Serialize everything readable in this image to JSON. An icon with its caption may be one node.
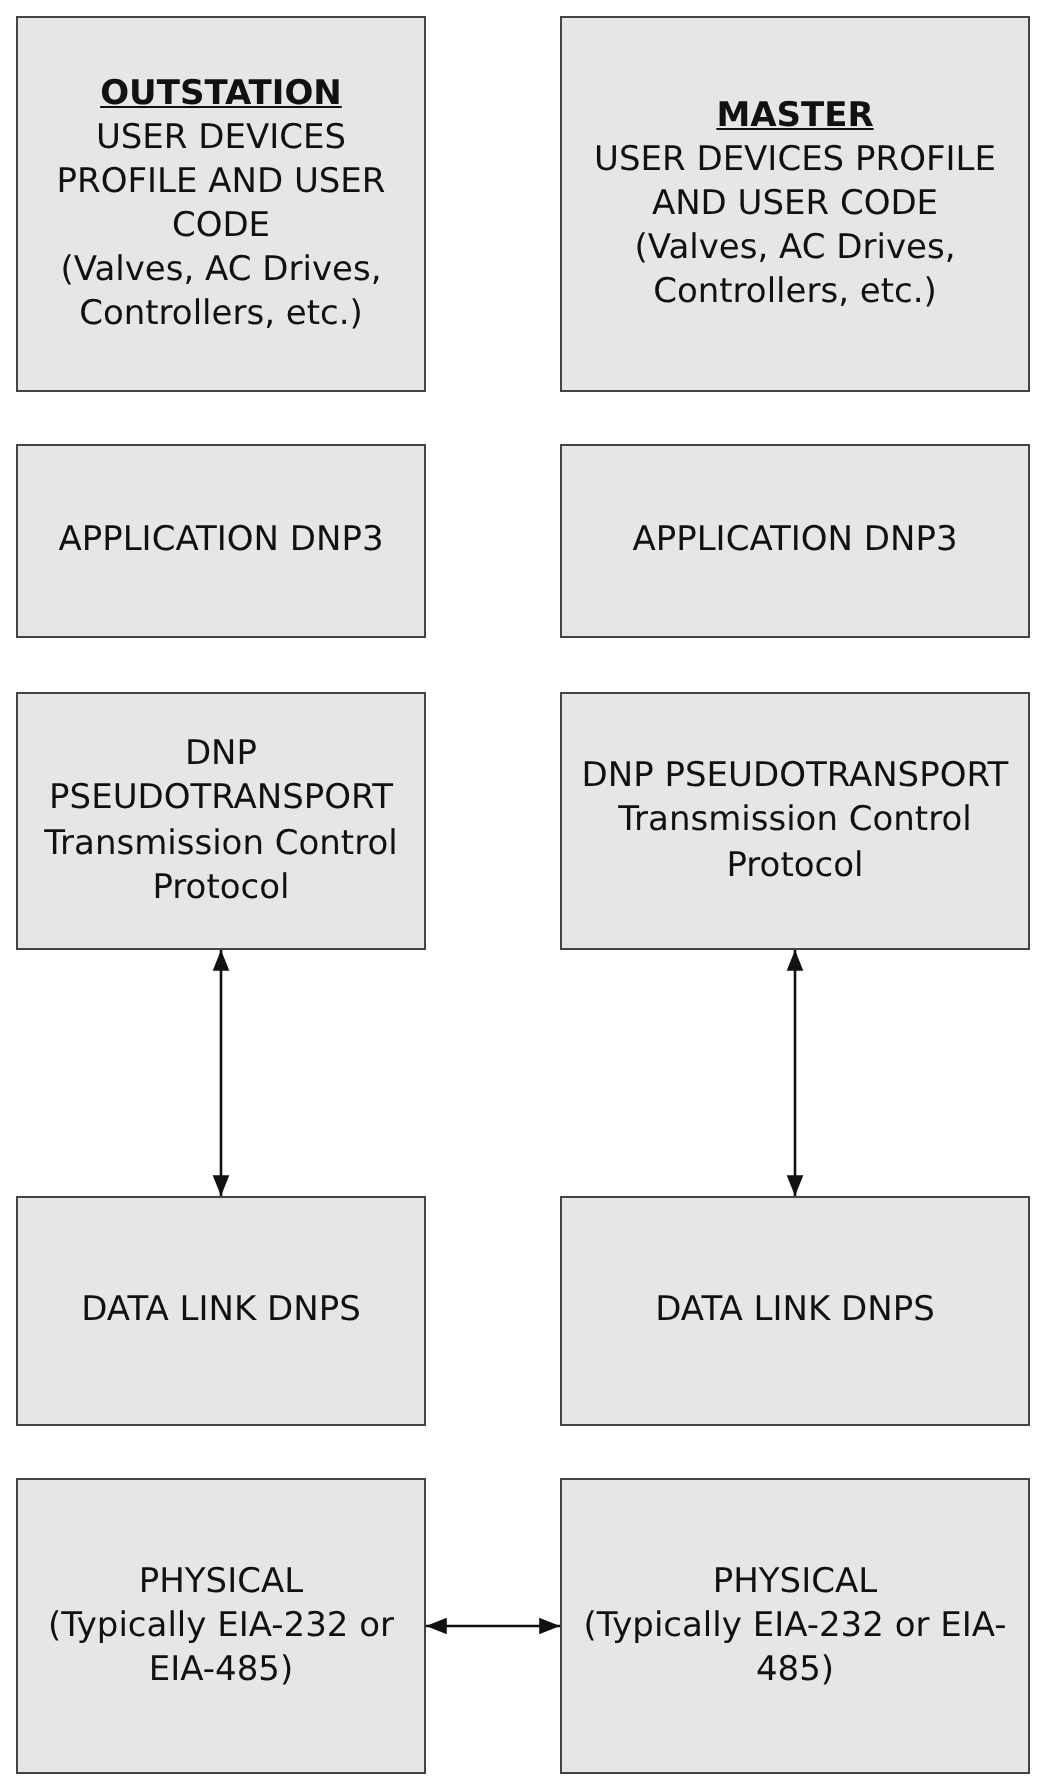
{
  "diagram": {
    "nodes": [
      {
        "text": [
          "OUTSTATION",
          "USER DEVICES PROFILE AND USER CODE",
          "(Valves, AC Drives, Controllers, etc.)"
        ]
      },
      {
        "text": [
          "MASTER",
          "USER DEVICES PROFILE AND USER CODE",
          "(Valves, AC Drives, Controllers, etc.)"
        ]
      },
      {
        "text": [
          "APPLICATION DNP3"
        ]
      },
      {
        "text": [
          "APPLICATION DNP3"
        ]
      },
      {
        "text": [
          "DNP PSEUDOTRANSPORT",
          "Transmission Control Protocol"
        ]
      },
      {
        "text": [
          "DNP PSEUDOTRANSPORT",
          "Transmission Control Protocol"
        ]
      },
      {
        "text": [
          "DATA LINK DNPS"
        ]
      },
      {
        "text": [
          "DATA LINK DNPS"
        ]
      },
      {
        "text": [
          "PHYSICAL",
          "(Typically EIA-232 or EIA-485)"
        ]
      },
      {
        "text": [
          "PHYSICAL",
          "(Typically EIA-232 or EIA-485)"
        ]
      }
    ],
    "edges": [
      {
        "from": 4,
        "to": 6,
        "arrow": "both"
      },
      {
        "from": 5,
        "to": 7,
        "arrow": "both"
      },
      {
        "from": 8,
        "to": 9,
        "arrow": "both"
      }
    ]
  }
}
